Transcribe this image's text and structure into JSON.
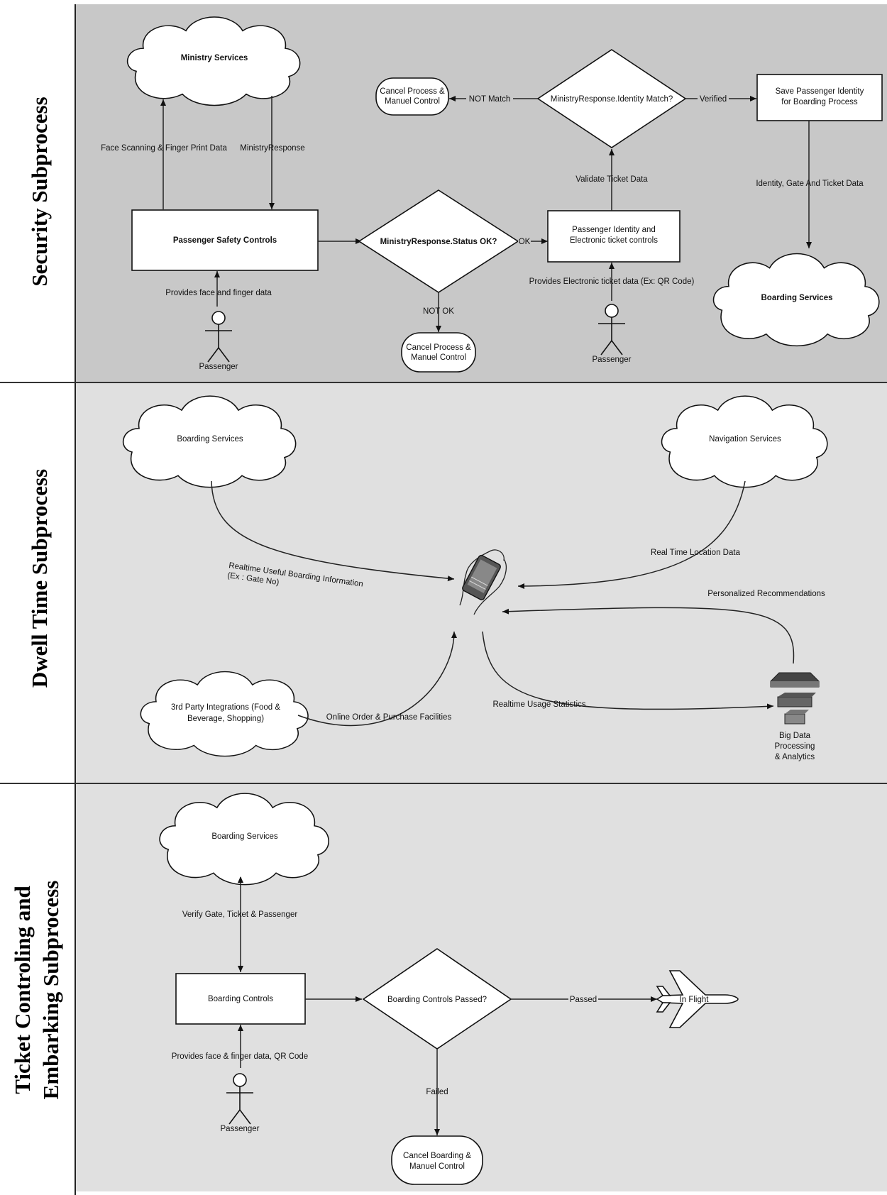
{
  "lanes": {
    "security": "Security Subprocess",
    "dwell": "Dwell Time Subprocess",
    "ticket_line1": "Ticket Controling and",
    "ticket_line2": "Embarking Subprocess"
  },
  "security": {
    "ministry_services": "Ministry Services",
    "face_scanning": "Face Scanning & Finger Print Data",
    "ministry_response": "MinistryResponse",
    "passenger_safety_controls": "Passenger Safety Controls",
    "provides_face_finger": "Provides face and finger data",
    "passenger_1": "Passenger",
    "status_ok_decision": "MinistryResponse.Status OK?",
    "ok": "OK",
    "not_ok": "NOT OK",
    "cancel_process_1_line1": "Cancel Process &",
    "cancel_process_1_line2": "Manuel Control",
    "identity_controls_line1": "Passenger Identity and",
    "identity_controls_line2": "Electronic ticket controls",
    "provides_eticket": "Provides Electronic ticket data (Ex: QR Code)",
    "passenger_2": "Passenger",
    "validate_ticket": "Validate Ticket Data",
    "identity_match_decision": "MinistryResponse.Identity Match?",
    "not_match": "NOT Match",
    "verified": "Verified",
    "cancel_process_2_line1": "Cancel Process &",
    "cancel_process_2_line2": "Manuel Control",
    "save_identity_line1": "Save Passenger Identity",
    "save_identity_line2": "for Boarding Process",
    "identity_gate_ticket": "Identity, Gate And Ticket Data",
    "boarding_services": "Boarding Services"
  },
  "dwell": {
    "boarding_services": "Boarding Services",
    "navigation_services": "Navigation Services",
    "realtime_boarding_line1": "Realtime Useful Boarding Information",
    "realtime_boarding_line2": "(Ex : Gate No)",
    "real_time_location": "Real Time Location Data",
    "personalized_recommendations": "Personalized Recommendations",
    "third_party_line1": "3rd Party Integrations (Food &",
    "third_party_line2": "Beverage, Shopping)",
    "online_order": "Online Order & Purchase Facilities",
    "realtime_usage": "Realtime Usage Statistics",
    "big_data_line1": "Big Data",
    "big_data_line2": "Processing",
    "big_data_line3": "& Analytics"
  },
  "ticket": {
    "boarding_services": "Boarding Services",
    "verify_gate": "Verify Gate, Ticket & Passenger",
    "boarding_controls": "Boarding Controls",
    "provides_face_qr": "Provides face & finger data, QR Code",
    "passenger": "Passenger",
    "controls_passed_decision": "Boarding Controls Passed?",
    "passed": "Passed",
    "in_flight": "In Flight",
    "failed": "Failed",
    "cancel_boarding_line1": "Cancel Boarding &",
    "cancel_boarding_line2": "Manuel Control"
  },
  "colors": {
    "lane_security": "#c8c8c8",
    "lane_dwell": "#e0e0e0",
    "lane_ticket": "#e0e0e0",
    "shape_fill": "#ffffff",
    "stroke": "#111111"
  },
  "icons": {
    "actor": "stick-figure-icon",
    "cloud": "cloud-icon",
    "mobile": "hand-holding-phone-icon",
    "database": "layered-database-icon",
    "airplane": "airplane-icon"
  }
}
